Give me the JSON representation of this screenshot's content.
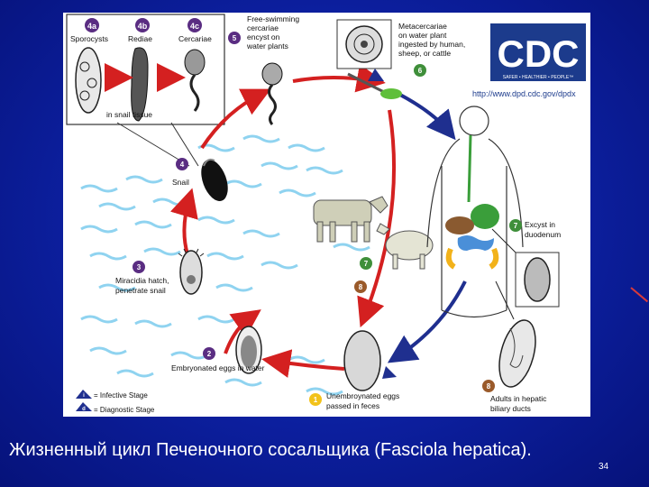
{
  "caption": "Жизненный цикл Печеночного сосальщика (Fasciola hepatica).",
  "slide_number": "34",
  "cdc": {
    "logo": "CDC",
    "tagline": "SAFER • HEALTHIER • PEOPLE™",
    "url": "http://www.dpd.cdc.gov/dpdx"
  },
  "inset": {
    "stages": [
      {
        "badge": "4a",
        "label": "Sporocysts"
      },
      {
        "badge": "4b",
        "label": "Rediae"
      },
      {
        "badge": "4c",
        "label": "Cercariae"
      }
    ],
    "tissue_label": "in snail tissue"
  },
  "stages": {
    "s1": {
      "badge": "1",
      "lines": [
        "Unembroynated eggs",
        "passed in feces"
      ]
    },
    "s2": {
      "badge": "2",
      "lines": [
        "Embryonated eggs in water"
      ]
    },
    "s3": {
      "badge": "3",
      "lines": [
        "Miracidia hatch,",
        "penetrate snail"
      ]
    },
    "s4": {
      "badge": "4",
      "lines": [
        "Snail"
      ]
    },
    "s5": {
      "badge": "5",
      "lines": [
        "Free-swimming",
        "cercariae",
        "encyst on",
        "water plants"
      ]
    },
    "s6": {
      "badge": "6",
      "lines": [
        "Metacercariae",
        "on water plant",
        "ingested by human,",
        "sheep, or cattle"
      ]
    },
    "s7": {
      "badge": "7",
      "lines": [
        "Excyst in",
        "duodenum"
      ]
    },
    "s8": {
      "badge": "8",
      "lines": [
        "Adults in hepatic",
        "biliary ducts"
      ]
    }
  },
  "host_badges": [
    "7",
    "8"
  ],
  "legend": {
    "infective": {
      "symbol": "i",
      "label": "= Infective Stage"
    },
    "diagnostic": {
      "symbol": "d",
      "label": "= Diagnostic Stage"
    }
  },
  "colors": {
    "badge_purple": "#5a2d82",
    "badge_green": "#3f8f3a",
    "badge_brown": "#9a5a2a",
    "badge_yellow": "#f2c21a",
    "arrow_red": "#d42020",
    "arrow_blue": "#1f2f8f",
    "water": "#8fd3f0",
    "cdc_blue": "#1c3b8c"
  }
}
